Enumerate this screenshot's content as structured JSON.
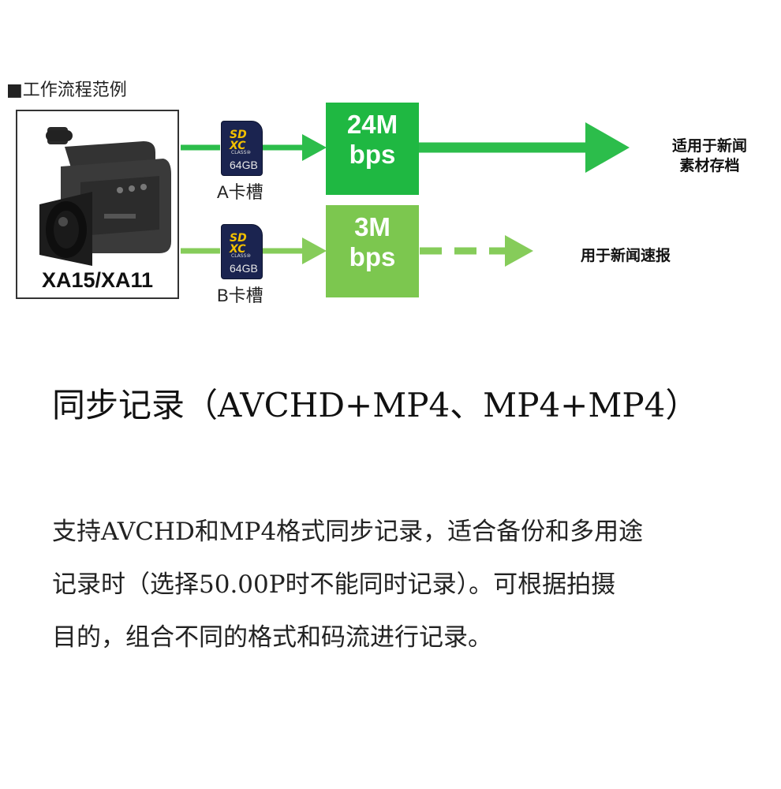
{
  "flow_title": "■工作流程范例",
  "camera": {
    "model": "XA15/XA11"
  },
  "slots": [
    {
      "card_logo": "SD XC",
      "card_class": "CLASS⑩",
      "card_capacity": "64GB",
      "label": "A卡槽",
      "rate": "24M",
      "unit": "bps",
      "dest": [
        "适用于新闻",
        "素材存档"
      ],
      "color": "#1fb842",
      "line": "solid"
    },
    {
      "card_logo": "SD XC",
      "card_class": "CLASS⑩",
      "card_capacity": "64GB",
      "label": "B卡槽",
      "rate": "3M",
      "unit": "bps",
      "dest": [
        "用于新闻速报"
      ],
      "color": "#7cc74f",
      "line": "dashed"
    }
  ],
  "heading": "同步记录（AVCHD+MP4、MP4+MP4）",
  "paragraph": [
    "支持AVCHD和MP4格式同步记录，适合备份和多用途",
    "记录时（选择50.00P时不能同时记录）。可根据拍摄",
    "目的，组合不同的格式和码流进行记录。"
  ],
  "colors": {
    "green_solid": "#1fb842",
    "green_light": "#7cc74f",
    "green_arrow": "#2cbd4b"
  }
}
